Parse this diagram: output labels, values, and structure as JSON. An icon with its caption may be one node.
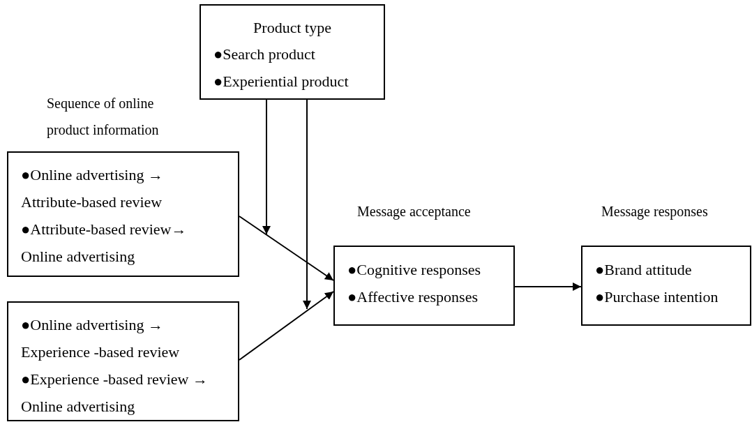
{
  "diagram": {
    "nodes": [
      {
        "text": [
          "Product type",
          "●Search product",
          "●Experiential product"
        ]
      },
      {
        "text": [
          "Sequence of online product information",
          "●Online advertising → Attribute-based review",
          "●Attribute-based review→ Online advertising"
        ]
      },
      {
        "text": [
          "●Online advertising → Experience -based review",
          "●Experience -based review → Online advertising"
        ]
      },
      {
        "text": [
          "Message acceptance",
          "●Cognitive responses",
          "●Affective responses"
        ]
      },
      {
        "text": [
          "Message responses",
          "●Brand attitude",
          "●Purchase intention"
        ]
      }
    ],
    "edges": [
      {
        "from": 1,
        "to": 3,
        "arrow": "to"
      },
      {
        "from": 2,
        "to": 3,
        "arrow": "to"
      },
      {
        "from": 3,
        "to": 4,
        "arrow": "to"
      },
      {
        "from": 0,
        "to": null,
        "arrow": "to"
      },
      {
        "from": 0,
        "to": null,
        "arrow": "to"
      }
    ]
  }
}
